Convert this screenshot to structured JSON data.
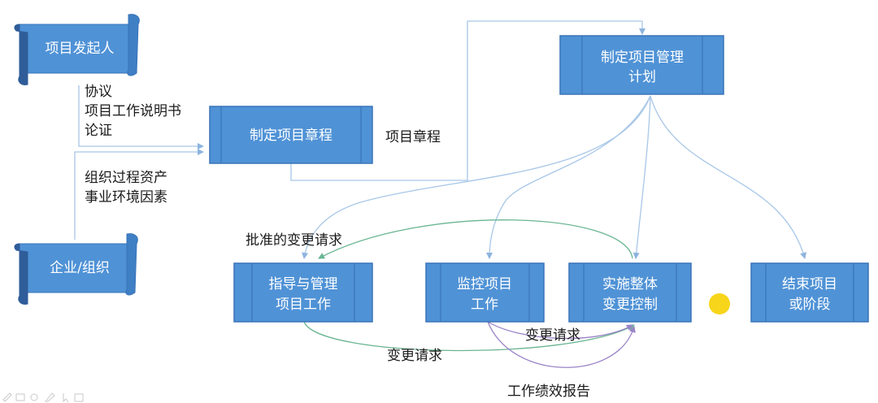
{
  "colors": {
    "box_fill": "#4f92d6",
    "box_edge": "#3a74b8",
    "scroll_fill": "#4f92d6",
    "scroll_dark": "#2f5d99",
    "connector": "#a8c7e8",
    "change_arrow": "#69b592",
    "report_arrow": "#9a83c7",
    "box_text": "#ffffff",
    "label_text": "#1a1a1a",
    "cursor_dot": "#f7d51a"
  },
  "initiator": {
    "label": "项目发起人"
  },
  "enterprise": {
    "label": "企业/组织"
  },
  "inputs": {
    "line1": "协议",
    "line2": "项目工作说明书",
    "line3": "论证",
    "org_line1": "组织过程资产",
    "org_line2": "事业环境因素"
  },
  "charter_box": {
    "label": "制定项目章程"
  },
  "charter_output": {
    "label": "项目章程"
  },
  "plan_box": {
    "line1": "制定项目管理",
    "line2": "计划"
  },
  "direct_box": {
    "line1": "指导与管理",
    "line2": "项目工作"
  },
  "monitor_box": {
    "line1": "监控项目",
    "line2": "工作"
  },
  "change_box": {
    "line1": "实施整体",
    "line2": "变更控制"
  },
  "close_box": {
    "line1": "结束项目",
    "line2": "或阶段"
  },
  "flows": {
    "approved_changes": "批准的变更请求",
    "change_request_1": "变更请求",
    "change_request_2": "变更请求",
    "performance_reports": "工作绩效报告"
  }
}
